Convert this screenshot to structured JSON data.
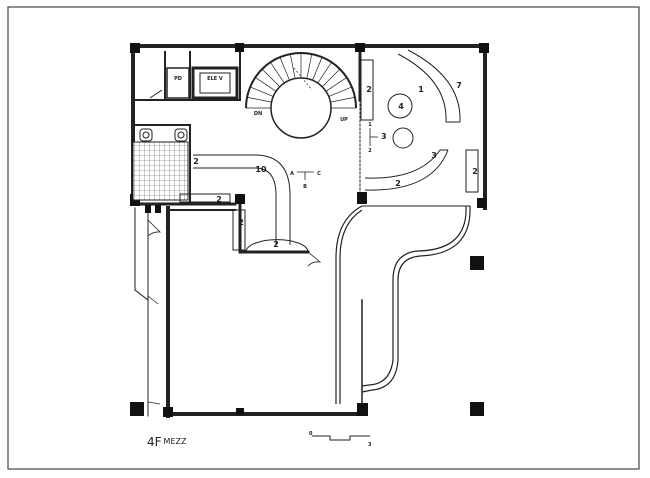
{
  "title": "4F",
  "subtitle": "MEZZ",
  "rooms": {
    "pd": "PD",
    "elev": "ELE V"
  },
  "stair": {
    "down": "DN",
    "up": "UP"
  },
  "compass": {
    "a": "A",
    "b": "B",
    "c": "C"
  },
  "markers": {
    "one": "1",
    "two": "2",
    "three": "3",
    "four": "4",
    "seven": "7",
    "ten": "10"
  },
  "scale": {
    "start": "0",
    "end": "3"
  },
  "colors": {
    "ink": "#222222",
    "tile": "#555555",
    "border": "#444444"
  }
}
